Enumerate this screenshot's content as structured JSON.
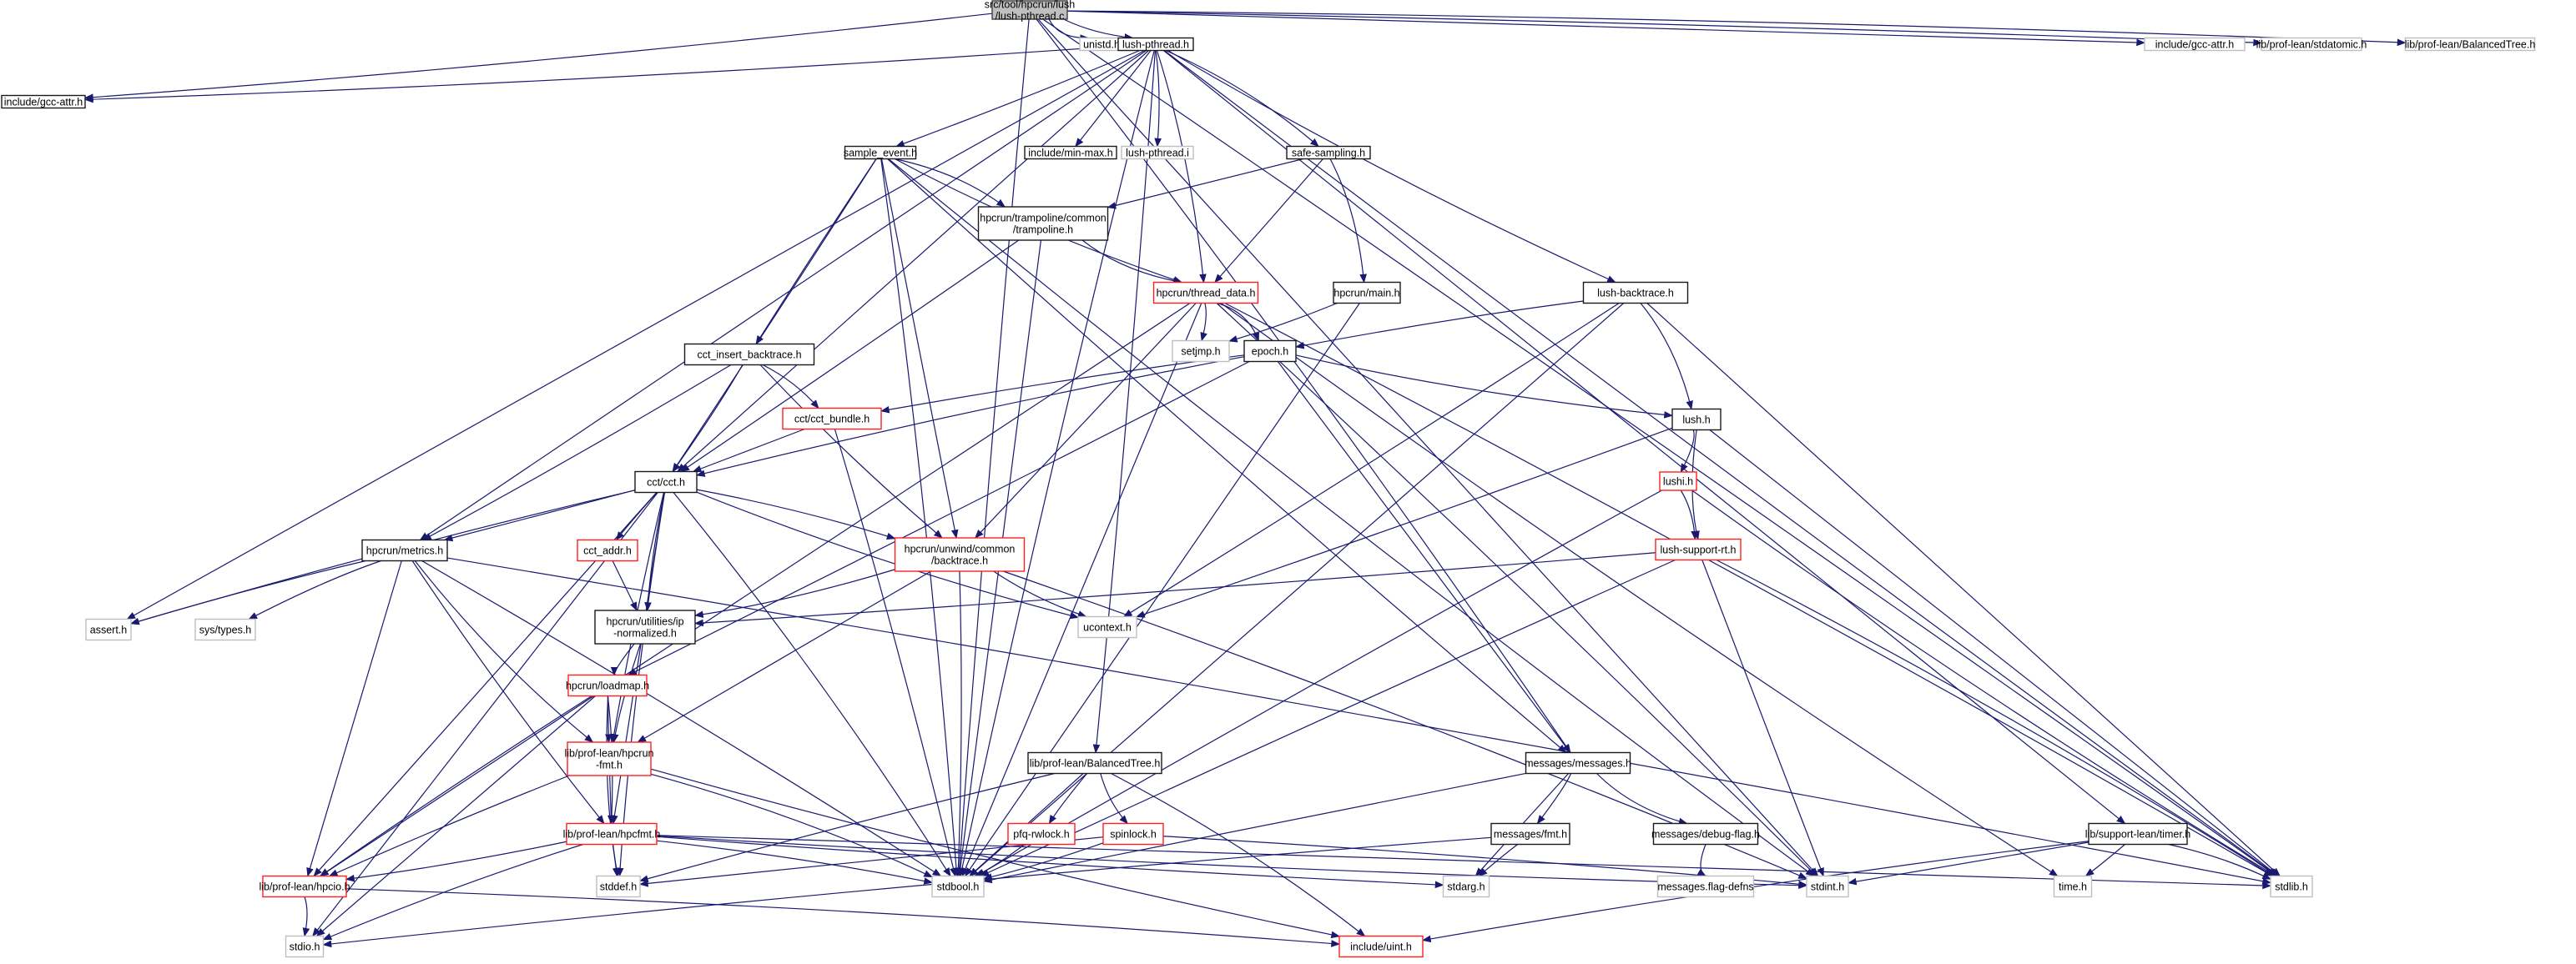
{
  "title": "src/tool/hpcrun/lush/lush-pthread.c include dependency graph",
  "colors": {
    "edge": "#191970",
    "root_fill": "#bfbfbf",
    "normal_border": "#1a1a1a",
    "truncated_border": "#ff2020",
    "external_border": "#bfbfbf"
  },
  "nodes": [
    {
      "id": "root",
      "label": [
        "src/tool/hpcrun/lush",
        "/lush-pthread.c"
      ],
      "style": "root"
    },
    {
      "id": "unistd",
      "label": [
        "unistd.h"
      ],
      "style": "grey"
    },
    {
      "id": "lush_pthread_h",
      "label": [
        "lush-pthread.h"
      ],
      "style": "normal"
    },
    {
      "id": "gcc_attr_top",
      "label": [
        "include/gcc-attr.h"
      ],
      "style": "grey"
    },
    {
      "id": "stdatomic",
      "label": [
        "lib/prof-lean/stdatomic.h"
      ],
      "style": "grey"
    },
    {
      "id": "btree_ext",
      "label": [
        "lib/prof-lean/BalancedTree.h"
      ],
      "style": "grey"
    },
    {
      "id": "gcc_attr",
      "label": [
        "include/gcc-attr.h"
      ],
      "style": "normal"
    },
    {
      "id": "sample_event",
      "label": [
        "sample_event.h"
      ],
      "style": "normal"
    },
    {
      "id": "min_max",
      "label": [
        "include/min-max.h"
      ],
      "style": "normal"
    },
    {
      "id": "lush_pthread_i",
      "label": [
        "lush-pthread.i"
      ],
      "style": "grey"
    },
    {
      "id": "safe_sampling",
      "label": [
        "safe-sampling.h"
      ],
      "style": "normal"
    },
    {
      "id": "trampoline",
      "label": [
        "hpcrun/trampoline/common",
        "/trampoline.h"
      ],
      "style": "normal"
    },
    {
      "id": "thread_data",
      "label": [
        "hpcrun/thread_data.h"
      ],
      "style": "red"
    },
    {
      "id": "hpcrun_main",
      "label": [
        "hpcrun/main.h"
      ],
      "style": "normal"
    },
    {
      "id": "lush_backtrace",
      "label": [
        "lush-backtrace.h"
      ],
      "style": "normal"
    },
    {
      "id": "setjmp",
      "label": [
        "setjmp.h"
      ],
      "style": "grey"
    },
    {
      "id": "epoch",
      "label": [
        "epoch.h"
      ],
      "style": "normal"
    },
    {
      "id": "cct_insert",
      "label": [
        "cct_insert_backtrace.h"
      ],
      "style": "normal"
    },
    {
      "id": "cct_bundle",
      "label": [
        "cct/cct_bundle.h"
      ],
      "style": "red"
    },
    {
      "id": "lush_h",
      "label": [
        "lush.h"
      ],
      "style": "normal"
    },
    {
      "id": "cct",
      "label": [
        "cct/cct.h"
      ],
      "style": "normal"
    },
    {
      "id": "lushi",
      "label": [
        "lushi.h"
      ],
      "style": "red"
    },
    {
      "id": "metrics",
      "label": [
        "hpcrun/metrics.h"
      ],
      "style": "normal"
    },
    {
      "id": "cct_addr",
      "label": [
        "cct_addr.h"
      ],
      "style": "red"
    },
    {
      "id": "unw_backtrace",
      "label": [
        "hpcrun/unwind/common",
        "/backtrace.h"
      ],
      "style": "red"
    },
    {
      "id": "lush_support_rt",
      "label": [
        "lush-support-rt.h"
      ],
      "style": "red"
    },
    {
      "id": "assert",
      "label": [
        "assert.h"
      ],
      "style": "grey"
    },
    {
      "id": "sys_types",
      "label": [
        "sys/types.h"
      ],
      "style": "grey"
    },
    {
      "id": "ip_norm",
      "label": [
        "hpcrun/utilities/ip",
        "-normalized.h"
      ],
      "style": "normal"
    },
    {
      "id": "ucontext",
      "label": [
        "ucontext.h"
      ],
      "style": "grey"
    },
    {
      "id": "loadmap",
      "label": [
        "hpcrun/loadmap.h"
      ],
      "style": "red"
    },
    {
      "id": "hpcrun_fmt",
      "label": [
        "lib/prof-lean/hpcrun",
        "-fmt.h"
      ],
      "style": "red"
    },
    {
      "id": "btree",
      "label": [
        "lib/prof-lean/BalancedTree.h"
      ],
      "style": "normal"
    },
    {
      "id": "messages",
      "label": [
        "messages/messages.h"
      ],
      "style": "normal"
    },
    {
      "id": "hpcfmt",
      "label": [
        "lib/prof-lean/hpcfmt.h"
      ],
      "style": "red"
    },
    {
      "id": "pfq_rwlock",
      "label": [
        "pfq-rwlock.h"
      ],
      "style": "red"
    },
    {
      "id": "spinlock",
      "label": [
        "spinlock.h"
      ],
      "style": "red"
    },
    {
      "id": "msg_fmt",
      "label": [
        "messages/fmt.h"
      ],
      "style": "normal"
    },
    {
      "id": "debug_flag",
      "label": [
        "messages/debug-flag.h"
      ],
      "style": "normal"
    },
    {
      "id": "timer",
      "label": [
        "lib/support-lean/timer.h"
      ],
      "style": "normal"
    },
    {
      "id": "hpcio",
      "label": [
        "lib/prof-lean/hpcio.h"
      ],
      "style": "red"
    },
    {
      "id": "stddef",
      "label": [
        "stddef.h"
      ],
      "style": "grey"
    },
    {
      "id": "stdbool",
      "label": [
        "stdbool.h"
      ],
      "style": "grey"
    },
    {
      "id": "stdarg",
      "label": [
        "stdarg.h"
      ],
      "style": "grey"
    },
    {
      "id": "flag_defns",
      "label": [
        "messages.flag-defns"
      ],
      "style": "grey"
    },
    {
      "id": "stdint",
      "label": [
        "stdint.h"
      ],
      "style": "grey"
    },
    {
      "id": "time",
      "label": [
        "time.h"
      ],
      "style": "grey"
    },
    {
      "id": "stdlib",
      "label": [
        "stdlib.h"
      ],
      "style": "grey"
    },
    {
      "id": "stdio",
      "label": [
        "stdio.h"
      ],
      "style": "grey"
    },
    {
      "id": "uint",
      "label": [
        "include/uint.h"
      ],
      "style": "red"
    }
  ],
  "edges": [
    [
      "root",
      "unistd"
    ],
    [
      "root",
      "lush_pthread_h"
    ],
    [
      "root",
      "gcc_attr_top"
    ],
    [
      "root",
      "stdatomic"
    ],
    [
      "root",
      "btree_ext"
    ],
    [
      "root",
      "gcc_attr"
    ],
    [
      "root",
      "stdbool"
    ],
    [
      "root",
      "stdint"
    ],
    [
      "root",
      "stdlib"
    ],
    [
      "root",
      "messages"
    ],
    [
      "lush_pthread_h",
      "gcc_attr"
    ],
    [
      "lush_pthread_h",
      "sample_event"
    ],
    [
      "lush_pthread_h",
      "min_max"
    ],
    [
      "lush_pthread_h",
      "lush_pthread_i"
    ],
    [
      "lush_pthread_h",
      "safe_sampling"
    ],
    [
      "lush_pthread_h",
      "lush_backtrace"
    ],
    [
      "lush_pthread_h",
      "assert"
    ],
    [
      "lush_pthread_h",
      "metrics"
    ],
    [
      "lush_pthread_h",
      "cct"
    ],
    [
      "lush_pthread_h",
      "thread_data"
    ],
    [
      "lush_pthread_h",
      "stdbool"
    ],
    [
      "lush_pthread_h",
      "stdlib"
    ],
    [
      "lush_pthread_h",
      "timer"
    ],
    [
      "lush_pthread_h",
      "btree"
    ],
    [
      "sample_event",
      "trampoline"
    ],
    [
      "sample_event",
      "thread_data"
    ],
    [
      "sample_event",
      "cct_insert"
    ],
    [
      "sample_event",
      "unw_backtrace"
    ],
    [
      "sample_event",
      "cct"
    ],
    [
      "sample_event",
      "stdbool"
    ],
    [
      "sample_event",
      "stdint"
    ],
    [
      "sample_event",
      "messages"
    ],
    [
      "safe_sampling",
      "trampoline"
    ],
    [
      "safe_sampling",
      "thread_data"
    ],
    [
      "safe_sampling",
      "hpcrun_main"
    ],
    [
      "trampoline",
      "thread_data"
    ],
    [
      "trampoline",
      "cct"
    ],
    [
      "trampoline",
      "stdbool"
    ],
    [
      "thread_data",
      "setjmp"
    ],
    [
      "thread_data",
      "epoch"
    ],
    [
      "thread_data",
      "unw_backtrace"
    ],
    [
      "thread_data",
      "hpcio"
    ],
    [
      "thread_data",
      "stdbool"
    ],
    [
      "thread_data",
      "stdint"
    ],
    [
      "thread_data",
      "stdlib"
    ],
    [
      "thread_data",
      "time"
    ],
    [
      "hpcrun_main",
      "setjmp"
    ],
    [
      "hpcrun_main",
      "stdbool"
    ],
    [
      "lush_backtrace",
      "epoch"
    ],
    [
      "lush_backtrace",
      "lush_h"
    ],
    [
      "lush_backtrace",
      "ucontext"
    ],
    [
      "lush_backtrace",
      "stdbool"
    ],
    [
      "lush_backtrace",
      "stdlib"
    ],
    [
      "epoch",
      "cct_bundle"
    ],
    [
      "epoch",
      "cct"
    ],
    [
      "epoch",
      "lush_h"
    ],
    [
      "epoch",
      "loadmap"
    ],
    [
      "epoch",
      "messages"
    ],
    [
      "cct_insert",
      "cct_bundle"
    ],
    [
      "cct_insert",
      "cct"
    ],
    [
      "cct_insert",
      "metrics"
    ],
    [
      "cct_insert",
      "unw_backtrace"
    ],
    [
      "cct_bundle",
      "cct"
    ],
    [
      "cct_bundle",
      "stdbool"
    ],
    [
      "lush_h",
      "lushi"
    ],
    [
      "lush_h",
      "lush_support_rt"
    ],
    [
      "lush_h",
      "ucontext"
    ],
    [
      "lush_h",
      "stdlib"
    ],
    [
      "lushi",
      "lush_support_rt"
    ],
    [
      "lushi",
      "stdbool"
    ],
    [
      "lushi",
      "stdlib"
    ],
    [
      "lush_support_rt",
      "ip_norm"
    ],
    [
      "lush_support_rt",
      "stdint"
    ],
    [
      "lush_support_rt",
      "stdbool"
    ],
    [
      "lush_support_rt",
      "stdlib"
    ],
    [
      "cct",
      "cct_addr"
    ],
    [
      "cct",
      "ip_norm"
    ],
    [
      "cct",
      "metrics"
    ],
    [
      "cct",
      "unw_backtrace"
    ],
    [
      "cct",
      "assert"
    ],
    [
      "cct",
      "ucontext"
    ],
    [
      "cct",
      "hpcrun_fmt"
    ],
    [
      "cct",
      "hpcfmt"
    ],
    [
      "cct",
      "hpcio"
    ],
    [
      "cct",
      "stdbool"
    ],
    [
      "cct",
      "stddef"
    ],
    [
      "cct",
      "stdio"
    ],
    [
      "cct_addr",
      "ip_norm"
    ],
    [
      "metrics",
      "assert"
    ],
    [
      "metrics",
      "sys_types"
    ],
    [
      "metrics",
      "hpcrun_fmt"
    ],
    [
      "metrics",
      "hpcfmt"
    ],
    [
      "metrics",
      "hpcio"
    ],
    [
      "metrics",
      "stdbool"
    ],
    [
      "metrics",
      "stdlib"
    ],
    [
      "unw_backtrace",
      "ip_norm"
    ],
    [
      "unw_backtrace",
      "ucontext"
    ],
    [
      "unw_backtrace",
      "hpcrun_fmt"
    ],
    [
      "unw_backtrace",
      "stdbool"
    ],
    [
      "unw_backtrace",
      "stdint"
    ],
    [
      "ip_norm",
      "loadmap"
    ],
    [
      "ip_norm",
      "hpcrun_fmt"
    ],
    [
      "loadmap",
      "hpcrun_fmt"
    ],
    [
      "loadmap",
      "hpcfmt"
    ],
    [
      "loadmap",
      "hpcio"
    ],
    [
      "loadmap",
      "stddef"
    ],
    [
      "loadmap",
      "stdio"
    ],
    [
      "hpcrun_fmt",
      "hpcfmt"
    ],
    [
      "hpcrun_fmt",
      "hpcio"
    ],
    [
      "hpcrun_fmt",
      "stdbool"
    ],
    [
      "hpcrun_fmt",
      "uint"
    ],
    [
      "hpcfmt",
      "hpcio"
    ],
    [
      "hpcfmt",
      "stddef"
    ],
    [
      "hpcfmt",
      "stdbool"
    ],
    [
      "hpcfmt",
      "stdio"
    ],
    [
      "hpcfmt",
      "stdint"
    ],
    [
      "hpcfmt",
      "stdarg"
    ],
    [
      "hpcfmt",
      "stdlib"
    ],
    [
      "hpcio",
      "stdio"
    ],
    [
      "hpcio",
      "uint"
    ],
    [
      "btree",
      "pfq_rwlock"
    ],
    [
      "btree",
      "spinlock"
    ],
    [
      "btree",
      "stdbool"
    ],
    [
      "btree",
      "stddef"
    ],
    [
      "btree",
      "uint"
    ],
    [
      "pfq_rwlock",
      "stdbool"
    ],
    [
      "spinlock",
      "stdbool"
    ],
    [
      "spinlock",
      "stddef"
    ],
    [
      "spinlock",
      "stdint"
    ],
    [
      "messages",
      "msg_fmt"
    ],
    [
      "messages",
      "debug_flag"
    ],
    [
      "messages",
      "stdarg"
    ],
    [
      "messages",
      "stdbool"
    ],
    [
      "msg_fmt",
      "stdarg"
    ],
    [
      "msg_fmt",
      "stdio"
    ],
    [
      "debug_flag",
      "flag_defns"
    ],
    [
      "timer",
      "time"
    ],
    [
      "timer",
      "stdint"
    ],
    [
      "timer",
      "stdlib"
    ],
    [
      "timer",
      "uint"
    ]
  ]
}
